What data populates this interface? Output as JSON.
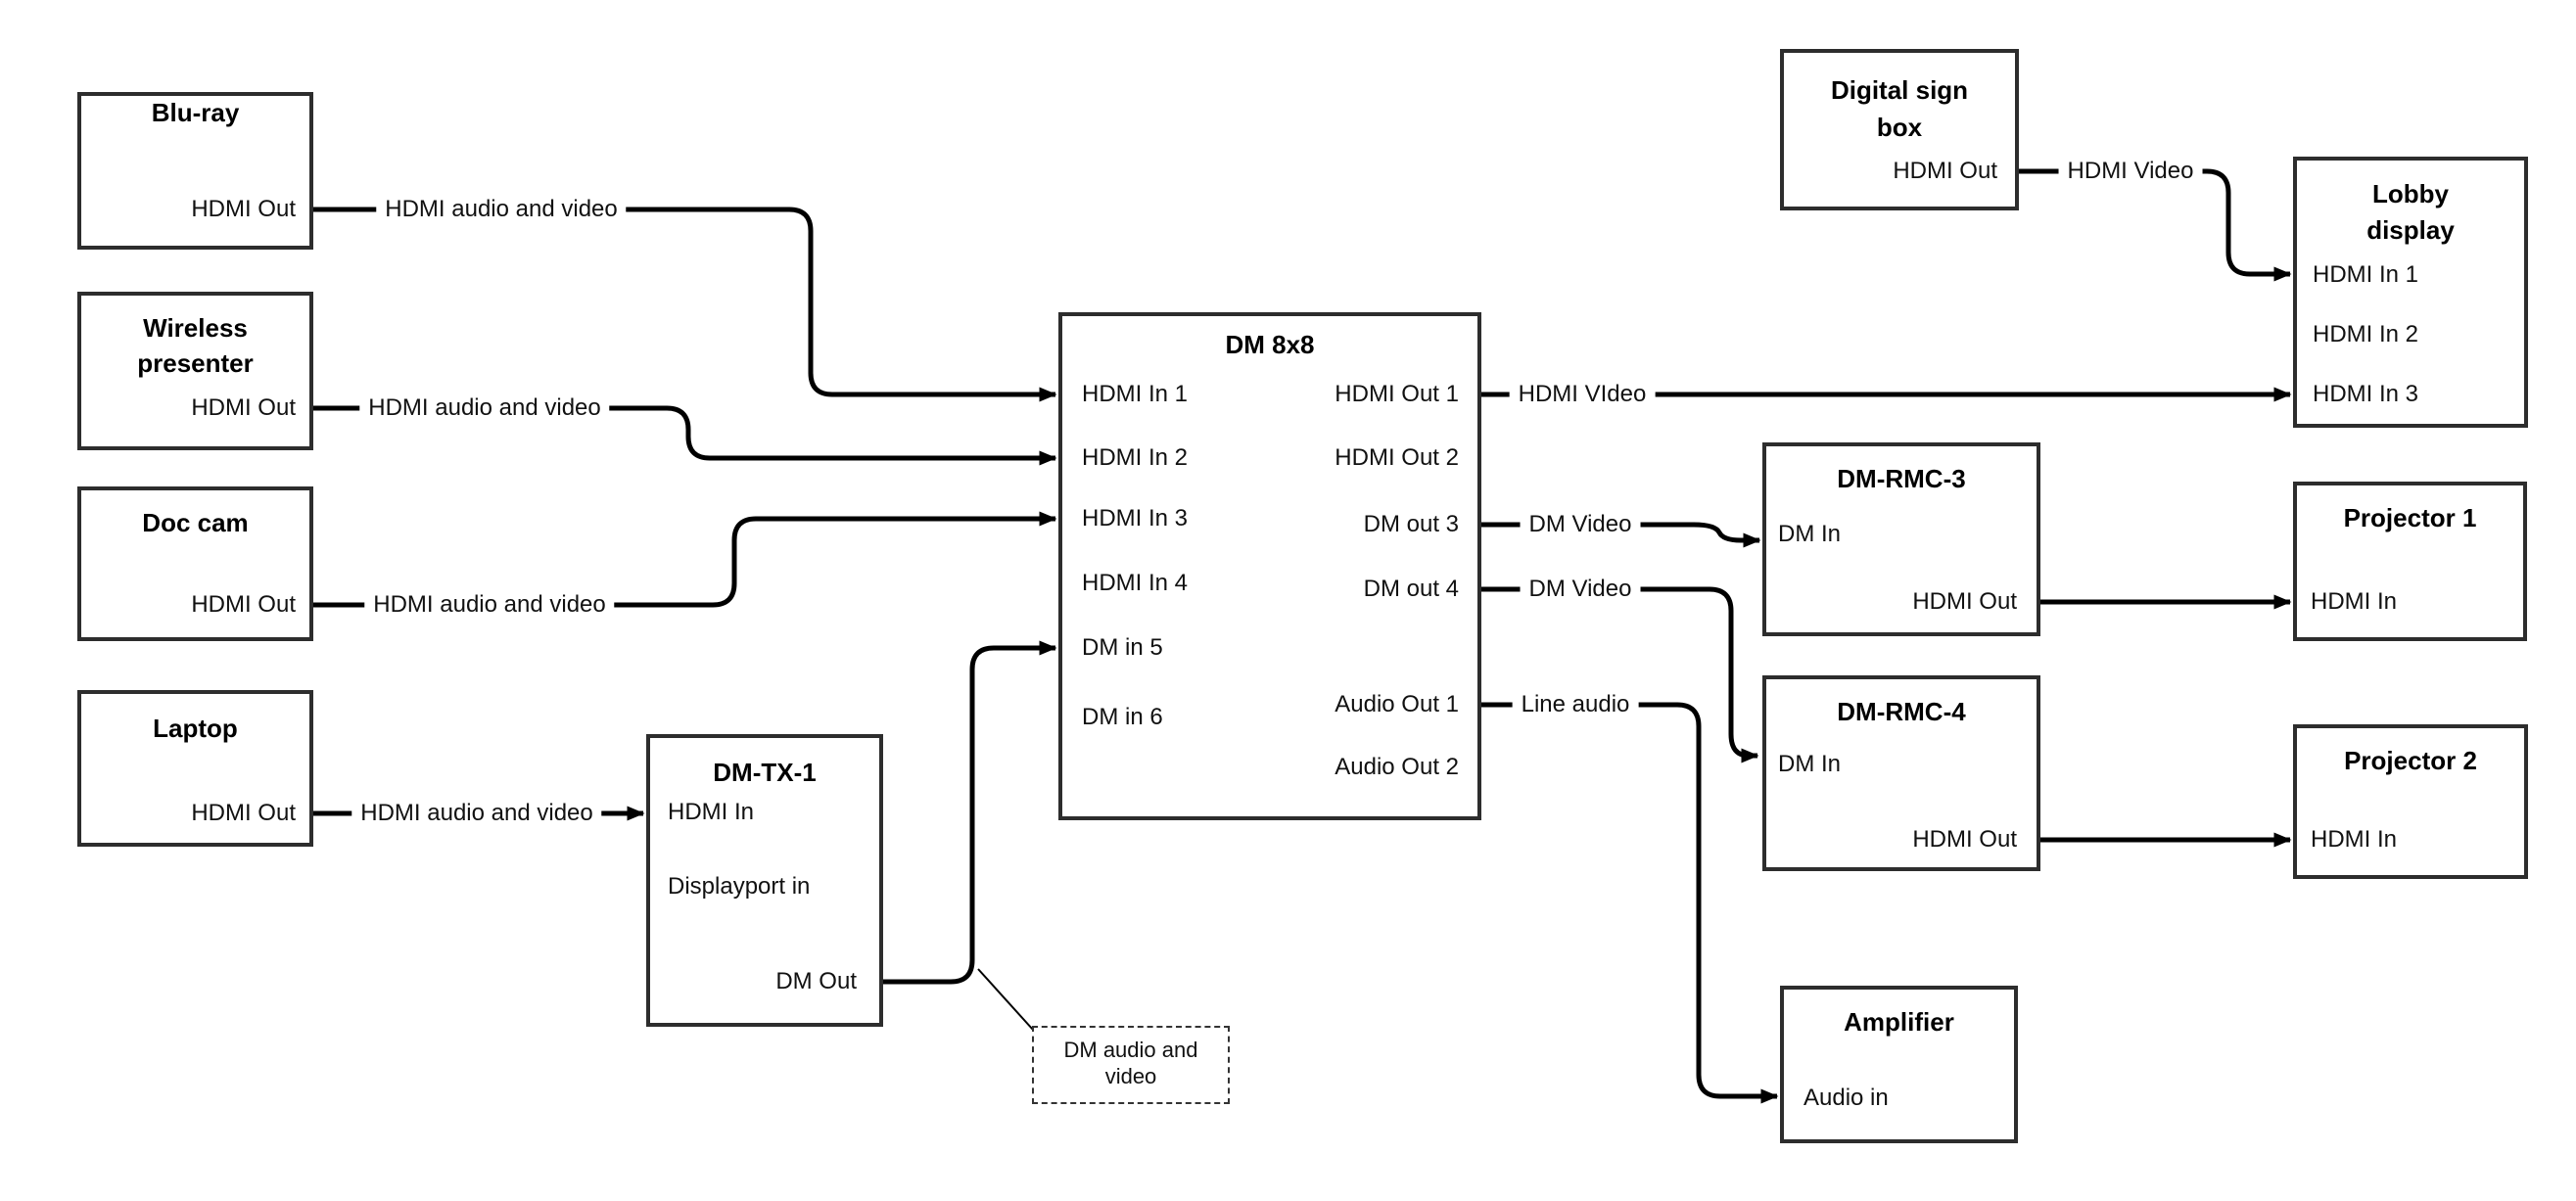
{
  "diagram": {
    "colors": {
      "line": "#000000",
      "box_border": "#2d2d2d",
      "background": "#ffffff"
    },
    "boxes": {
      "bluray": {
        "title": "Blu-ray",
        "port_out": "HDMI Out"
      },
      "wireless_presenter": {
        "title_line1": "Wireless",
        "title_line2": "presenter",
        "port_out": "HDMI Out"
      },
      "doc_cam": {
        "title": "Doc cam",
        "port_out": "HDMI Out"
      },
      "laptop": {
        "title": "Laptop",
        "port_out": "HDMI Out"
      },
      "dm_tx_1": {
        "title": "DM-TX-1",
        "port_hdmi_in": "HDMI In",
        "port_displayport_in": "Displayport in",
        "port_dm_out": "DM Out"
      },
      "dm_8x8": {
        "title": "DM 8x8",
        "inputs": [
          "HDMI In 1",
          "HDMI In 2",
          "HDMI In 3",
          "HDMI In 4",
          "DM in 5",
          "DM in 6"
        ],
        "outputs": [
          "HDMI Out 1",
          "HDMI Out 2",
          "DM out 3",
          "DM out 4",
          "Audio Out 1",
          "Audio Out 2"
        ]
      },
      "digital_sign_box": {
        "title_line1": "Digital sign",
        "title_line2": "box",
        "port_out": "HDMI Out"
      },
      "lobby_display": {
        "title_line1": "Lobby",
        "title_line2": "display",
        "ports": [
          "HDMI In 1",
          "HDMI In 2",
          "HDMI In 3"
        ]
      },
      "dm_rmc_3": {
        "title": "DM-RMC-3",
        "port_in": "DM In",
        "port_out": "HDMI Out"
      },
      "projector_1": {
        "title": "Projector 1",
        "port_in": "HDMI In"
      },
      "dm_rmc_4": {
        "title": "DM-RMC-4",
        "port_in": "DM In",
        "port_out": "HDMI Out"
      },
      "projector_2": {
        "title": "Projector 2",
        "port_in": "HDMI In"
      },
      "amplifier": {
        "title": "Amplifier",
        "port_in": "Audio in"
      }
    },
    "edge_labels": {
      "bluray_to_switch": "HDMI audio and video",
      "wireless_to_switch": "HDMI audio and video",
      "doccam_to_switch": "HDMI audio and video",
      "laptop_to_tx": "HDMI audio and video",
      "tx_to_switch_note": "DM audio and video",
      "switch_out1_to_lobby": "HDMI VIdeo",
      "sign_to_lobby": "HDMI Video",
      "switch_out3_to_rmc3": "DM Video",
      "switch_out4_to_rmc4": "DM Video",
      "switch_audio1_to_amp": "Line audio"
    }
  }
}
